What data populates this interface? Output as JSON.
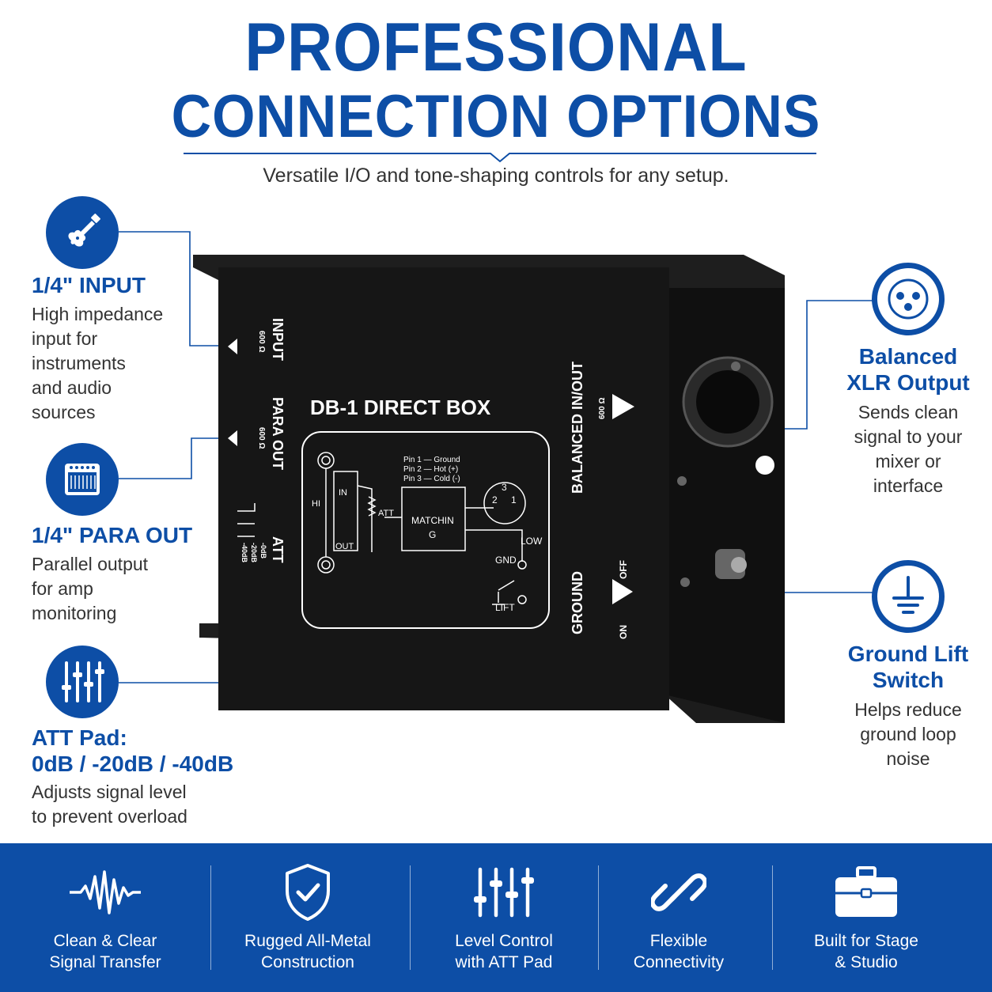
{
  "header": {
    "title_line1": "PROFESSIONAL",
    "title_line2": "CONNECTION OPTIONS",
    "subtitle": "Versatile I/O and tone-shaping controls for any setup."
  },
  "features_left": [
    {
      "icon": "guitar-icon",
      "title": "1/4\" INPUT",
      "desc_lines": [
        "High impedance",
        "input for",
        "instruments",
        "and audio",
        "sources"
      ]
    },
    {
      "icon": "amplifier-icon",
      "title": "1/4\" PARA OUT",
      "desc_lines": [
        "Parallel output",
        "for amp",
        "monitoring"
      ]
    },
    {
      "icon": "sliders-icon",
      "title_lines": [
        "ATT Pad:",
        "0dB / -20dB / -40dB"
      ],
      "desc_lines": [
        "Adjusts signal level",
        "to prevent overload"
      ]
    }
  ],
  "features_right": [
    {
      "icon": "xlr-icon",
      "title_lines": [
        "Balanced",
        "XLR Output"
      ],
      "desc_lines": [
        "Sends clean",
        "signal to your",
        "mixer or",
        "interface"
      ]
    },
    {
      "icon": "ground-icon",
      "title_lines": [
        "Ground Lift",
        "Switch"
      ],
      "desc_lines": [
        "Helps reduce",
        "ground loop",
        "noise"
      ]
    }
  ],
  "device": {
    "name": "DB-1  DIRECT BOX",
    "input_label": "INPUT",
    "input_ohm": "600 Ω",
    "para_label": "PARA OUT",
    "para_ohm": "600 Ω",
    "att_label": "ATT",
    "att_values": [
      "-0dB",
      "-20dB",
      "-40dB"
    ],
    "balanced_label": "BALANCED IN/OUT",
    "balanced_ohm": "600 Ω",
    "ground_label": "GROUND",
    "off_label": "OFF",
    "on_label": "ON",
    "pin1": "Pin 1 — Ground",
    "pin2": "Pin 2 — Hot (+)",
    "pin3": "Pin 3 — Cold (-)",
    "hi": "HI",
    "in": "IN",
    "out": "OUT",
    "att_small": "ATT",
    "matching_1": "MATCHIN",
    "matching_2": "G",
    "low": "LOW",
    "gnd": "GND",
    "lift": "LIFT",
    "pin_n2": "2",
    "pin_n1": "1",
    "pin_n3": "3"
  },
  "bottom_bar": [
    {
      "icon": "waveform-icon",
      "line1": "Clean & Clear",
      "line2": "Signal Transfer"
    },
    {
      "icon": "shield-check-icon",
      "line1": "Rugged All-Metal",
      "line2": "Construction"
    },
    {
      "icon": "sliders-icon",
      "line1": "Level Control",
      "line2": "with ATT Pad"
    },
    {
      "icon": "chain-link-icon",
      "line1": "Flexible",
      "line2": "Connectivity"
    },
    {
      "icon": "briefcase-icon",
      "line1": "Built for Stage",
      "line2": "& Studio"
    }
  ],
  "colors": {
    "brand_blue": "#0d4ea6",
    "device_black": "#141414",
    "text_gray": "#333333"
  }
}
